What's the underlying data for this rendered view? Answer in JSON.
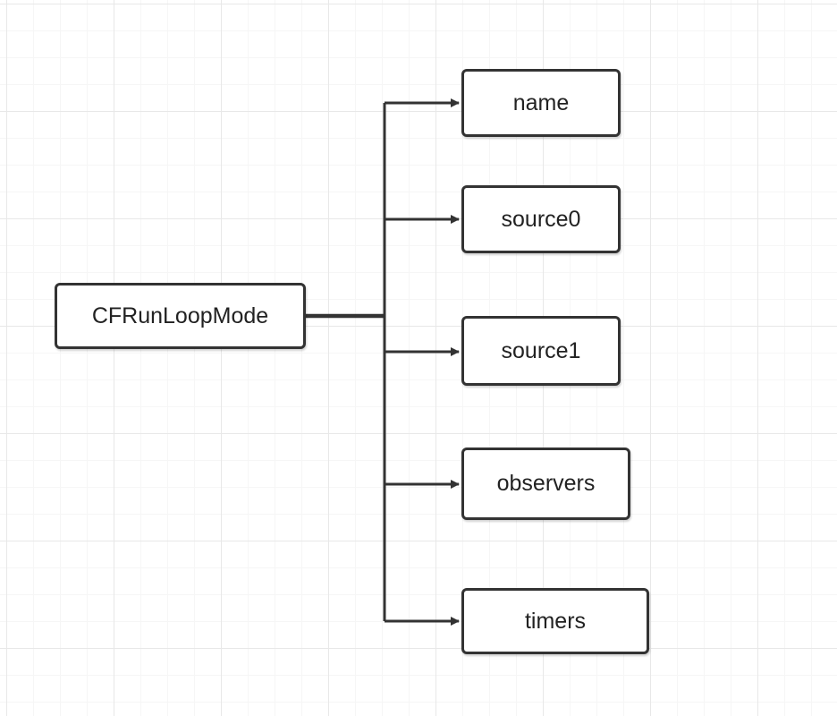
{
  "diagram": {
    "root": {
      "label": "CFRunLoopMode"
    },
    "children": [
      {
        "label": "name"
      },
      {
        "label": "source0"
      },
      {
        "label": "source1"
      },
      {
        "label": "observers"
      },
      {
        "label": "timers"
      }
    ],
    "colors": {
      "stroke": "#333333",
      "text": "#222222",
      "grid": "#e8e8e8",
      "background": "#ffffff"
    }
  }
}
